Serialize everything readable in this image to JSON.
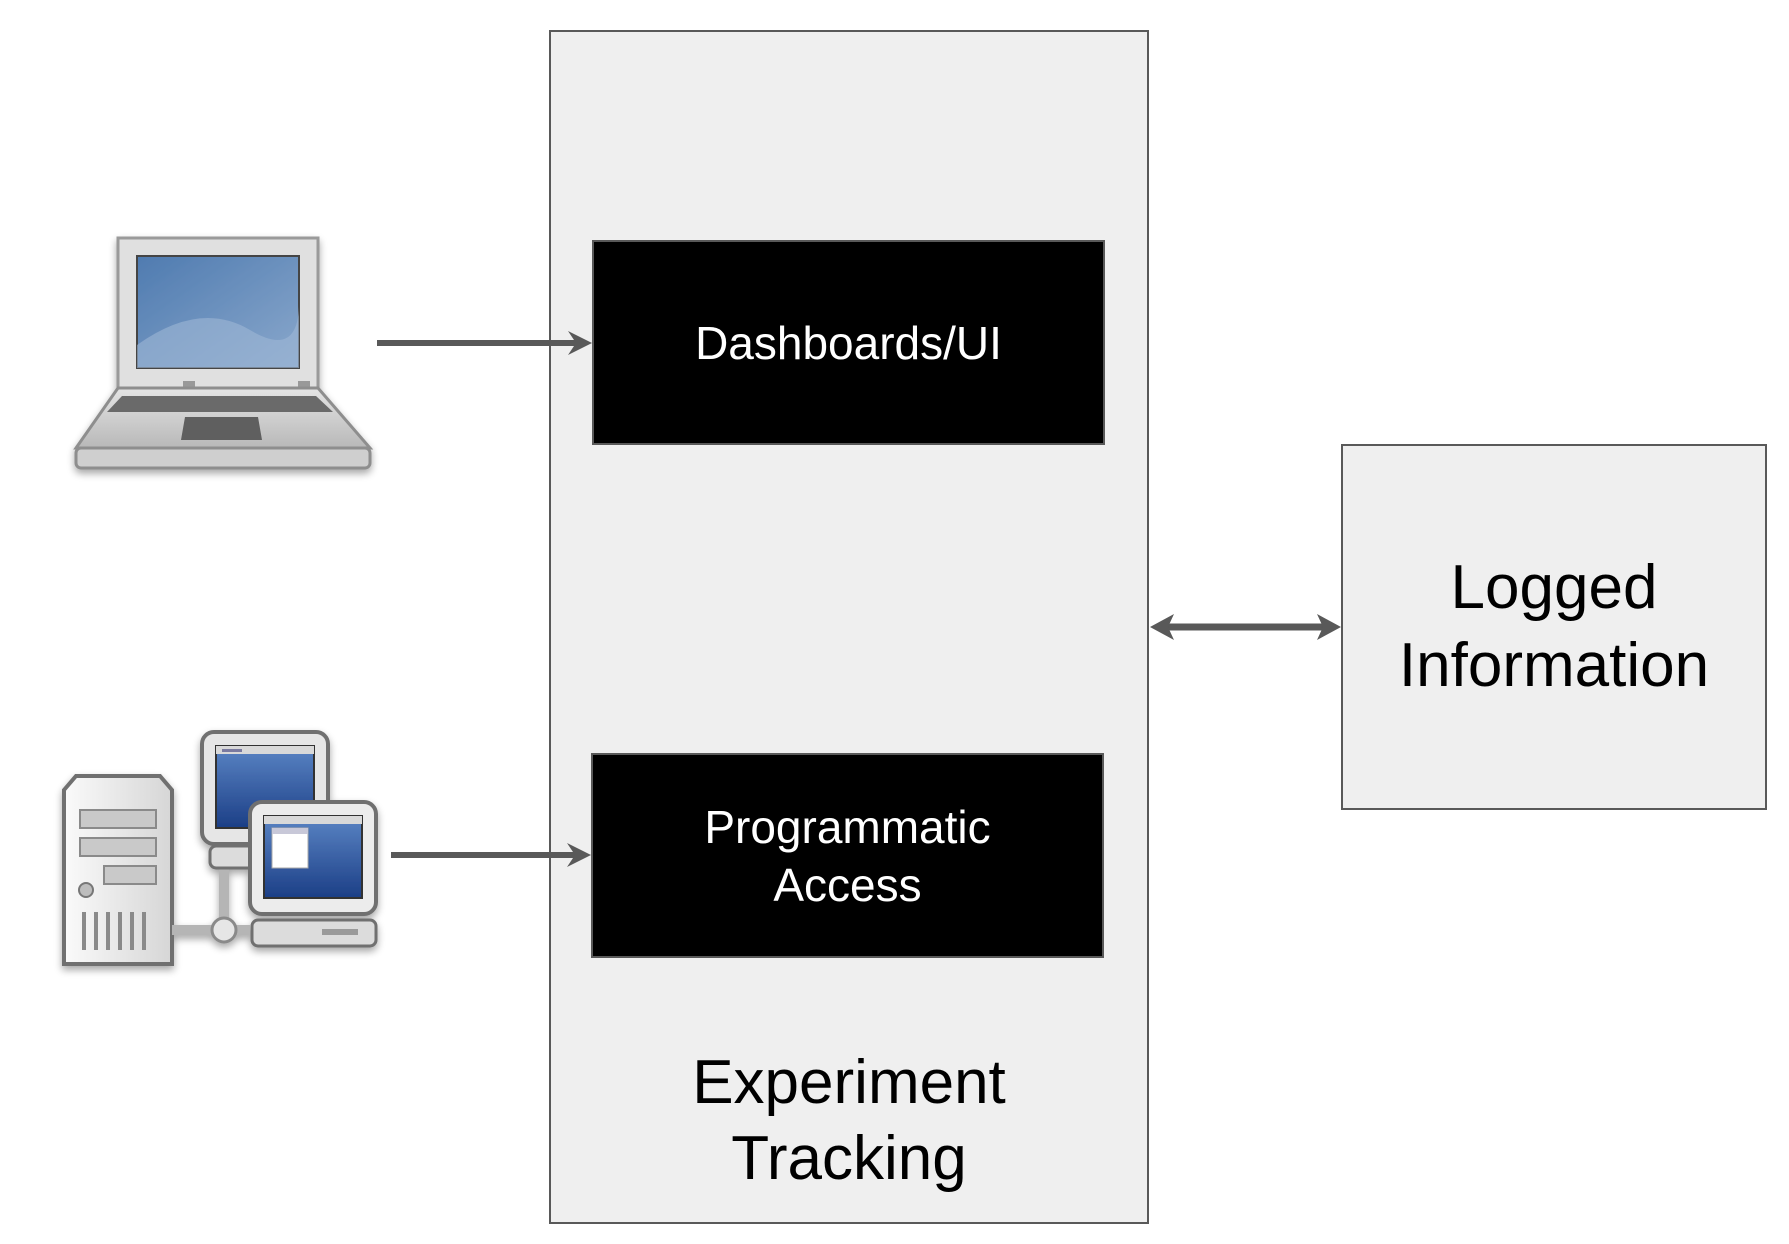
{
  "diagram": {
    "dashboards_label": "Dashboards/UI",
    "programmatic_label": "Programmatic\nAccess",
    "tracking_label": "Experiment\nTracking",
    "logged_label": "Logged\nInformation"
  },
  "icons": {
    "client_laptop": "laptop-icon",
    "client_network": "networked-computers-icon"
  },
  "colors": {
    "arrow": "#595959",
    "panel_fill": "#efefef",
    "box_fill": "#000000",
    "box_text": "#ffffff"
  }
}
